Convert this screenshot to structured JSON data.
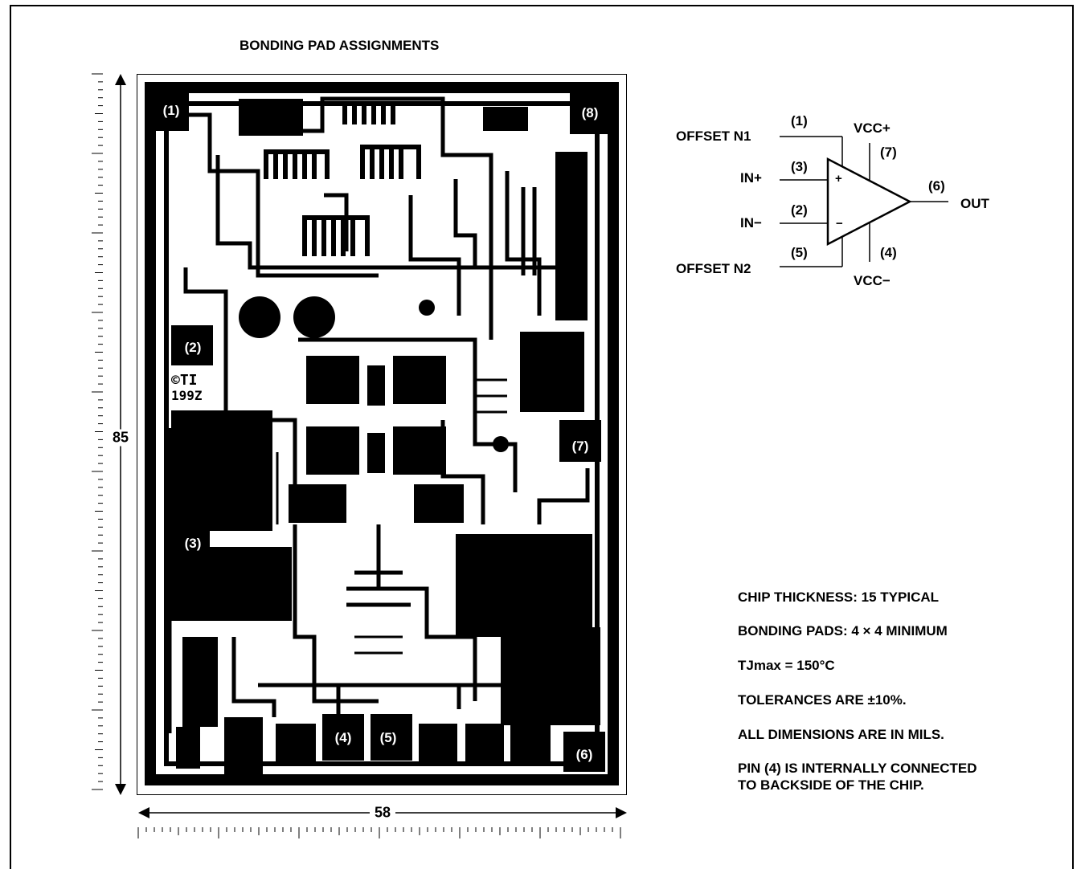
{
  "title": "BONDING PAD ASSIGNMENTS",
  "chip": {
    "logo": "©TI",
    "year": "199Z",
    "pads": [
      {
        "id": "pad-1",
        "label": "(1)"
      },
      {
        "id": "pad-2",
        "label": "(2)"
      },
      {
        "id": "pad-3",
        "label": "(3)"
      },
      {
        "id": "pad-4",
        "label": "(4)"
      },
      {
        "id": "pad-5",
        "label": "(5)"
      },
      {
        "id": "pad-6",
        "label": "(6)"
      },
      {
        "id": "pad-7",
        "label": "(7)"
      },
      {
        "id": "pad-8",
        "label": "(8)"
      }
    ]
  },
  "dimensions": {
    "height": "85",
    "width": "58"
  },
  "symbol": {
    "offset_n1": "OFFSET N1",
    "offset_n2": "OFFSET N2",
    "in_plus": "IN+",
    "in_minus": "IN−",
    "out": "OUT",
    "vcc_plus": "VCC+",
    "vcc_minus": "VCC−",
    "pin_offset_n1": "(1)",
    "pin_in_plus": "(3)",
    "pin_in_minus": "(2)",
    "pin_offset_n2": "(5)",
    "pin_vcc_plus": "(7)",
    "pin_vcc_minus": "(4)",
    "pin_out": "(6)",
    "plus_sign": "+",
    "minus_sign": "−"
  },
  "notes": [
    "CHIP THICKNESS: 15 TYPICAL",
    "BONDING PADS: 4 × 4 MINIMUM",
    "TJmax = 150°C",
    "TOLERANCES ARE ±10%.",
    "ALL DIMENSIONS ARE IN MILS.",
    "PIN (4) IS INTERNALLY CONNECTED",
    "TO BACKSIDE OF THE CHIP."
  ]
}
